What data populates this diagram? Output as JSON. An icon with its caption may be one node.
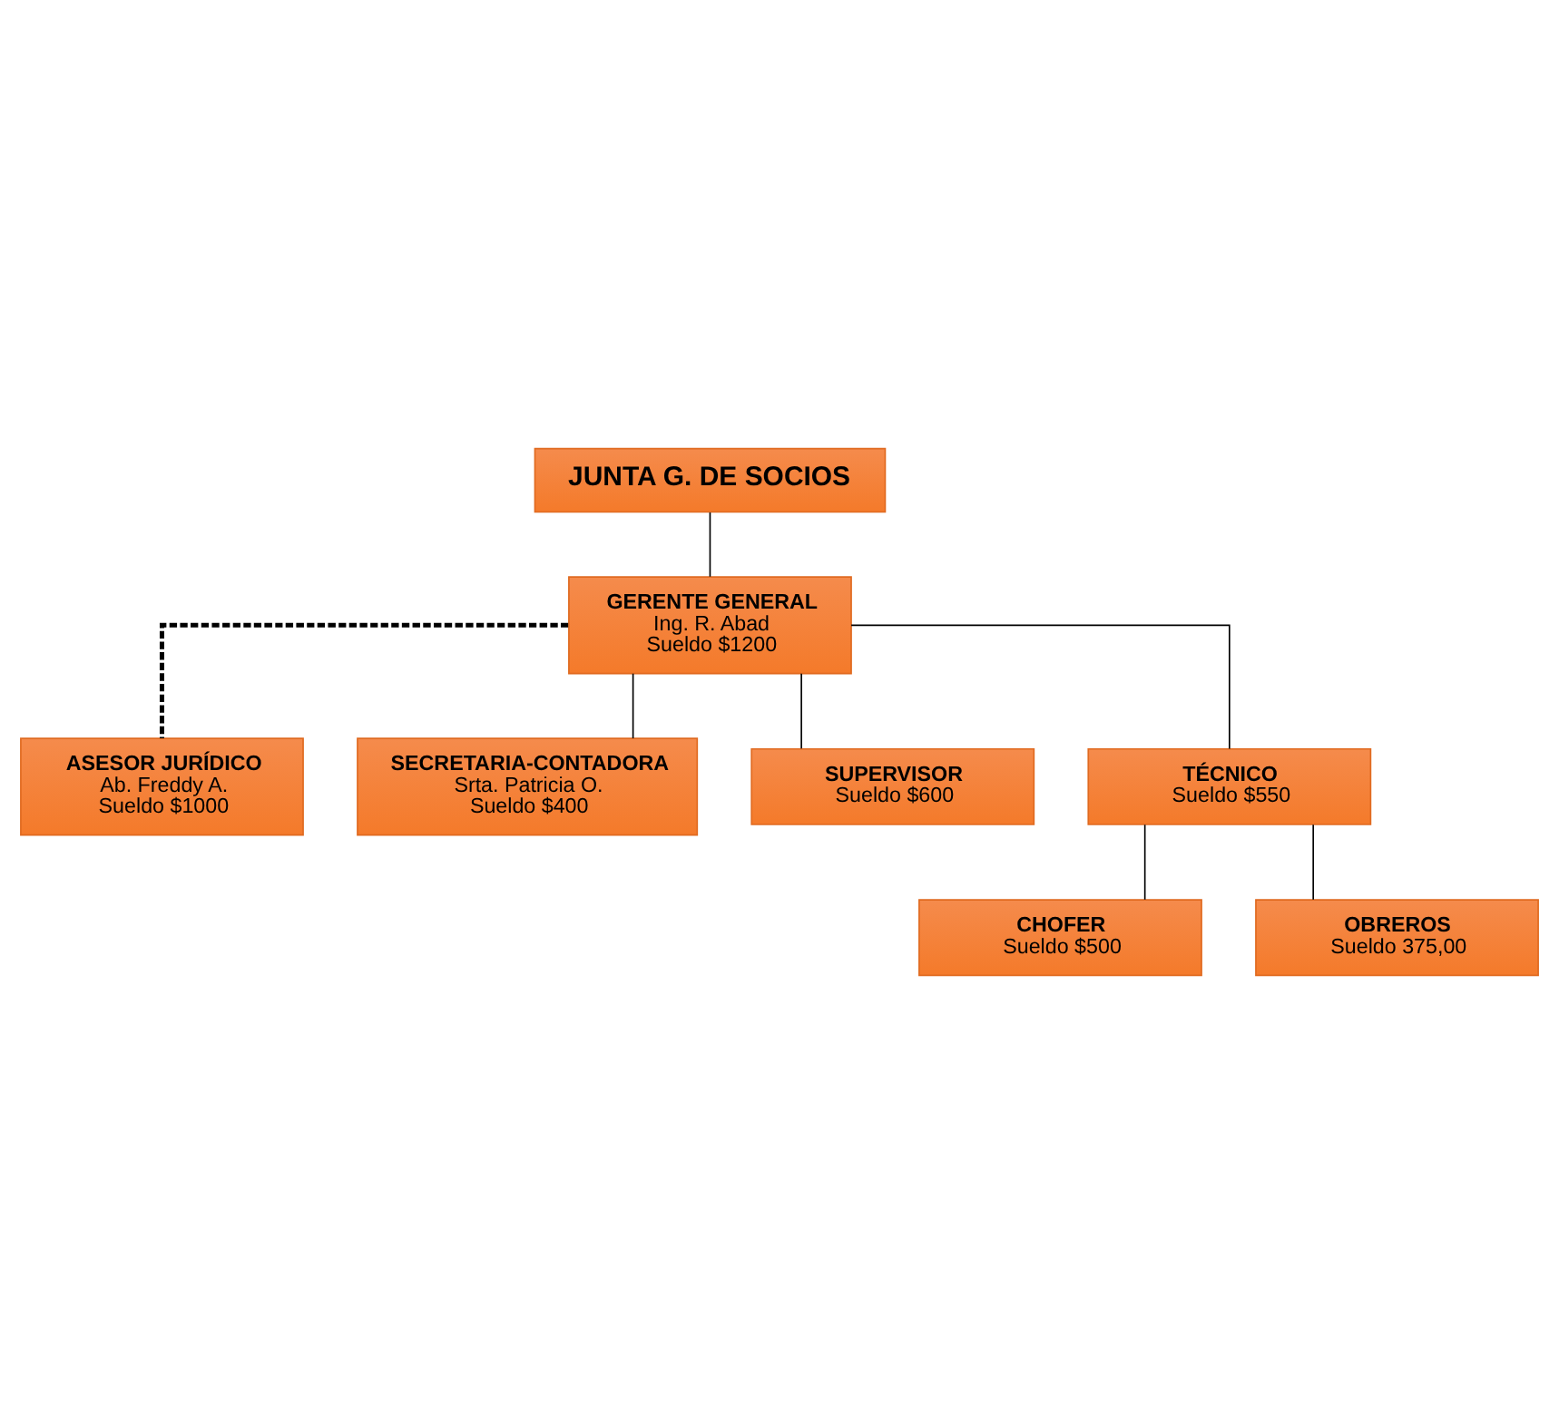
{
  "diagram": {
    "nodes": [
      {
        "text": [
          "JUNTA G. DE SOCIOS"
        ]
      },
      {
        "text": [
          "GERENTE GENERAL",
          "Ing. R. Abad",
          "Sueldo $1200"
        ]
      },
      {
        "text": [
          "ASESOR JURÍDICO",
          "Ab. Freddy A.",
          "Sueldo $1000"
        ]
      },
      {
        "text": [
          "SECRETARIA-CONTADORA",
          "Srta. Patricia O.",
          "Sueldo $400"
        ]
      },
      {
        "text": [
          "SUPERVISOR",
          "Sueldo $600"
        ]
      },
      {
        "text": [
          "TÉCNICO",
          "Sueldo $550"
        ]
      },
      {
        "text": [
          "CHOFER",
          "Sueldo $500"
        ]
      },
      {
        "text": [
          "OBREROS",
          "Sueldo 375,00"
        ]
      }
    ],
    "edges": [
      {
        "from": 0,
        "to": 1,
        "arrow": "none"
      },
      {
        "from": 1,
        "to": 2,
        "arrow": "none",
        "style": "dashed"
      },
      {
        "from": 1,
        "to": 3,
        "arrow": "none"
      },
      {
        "from": 1,
        "to": 4,
        "arrow": "none"
      },
      {
        "from": 1,
        "to": 5,
        "arrow": "none"
      },
      {
        "from": 5,
        "to": 6,
        "arrow": "none"
      },
      {
        "from": 5,
        "to": 7,
        "arrow": "none"
      }
    ]
  }
}
